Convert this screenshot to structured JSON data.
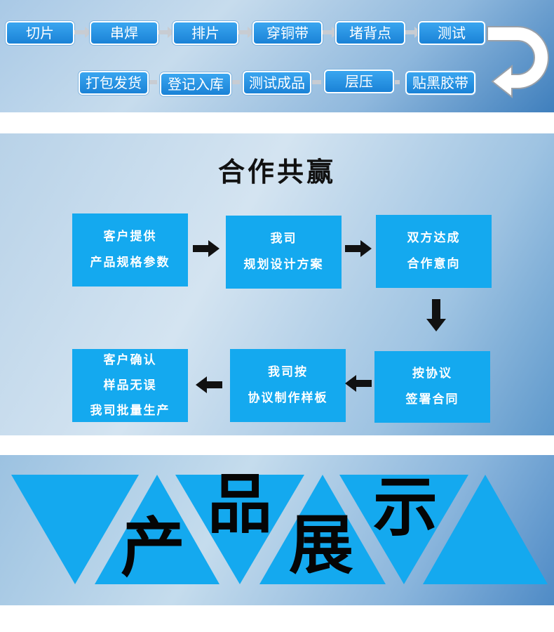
{
  "process": {
    "row1": [
      "切片",
      "串焊",
      "排片",
      "穿铜带",
      "堵背点",
      "测试"
    ],
    "row2": [
      "贴黑胶带",
      "层压",
      "测试成品",
      "登记入库",
      "打包发货"
    ]
  },
  "cooperation": {
    "title": "合作共赢",
    "steps": [
      {
        "line1": "客户提供",
        "line2": "产品规格参数"
      },
      {
        "line1": "我司",
        "line2": "规划设计方案"
      },
      {
        "line1": "双方达成",
        "line2": "合作意向"
      },
      {
        "line1": "按协议",
        "line2": "签署合同"
      },
      {
        "line1": "我司按",
        "line2": "协议制作样板"
      },
      {
        "line1": "客户确认",
        "line2": "样品无误",
        "line3": "我司批量生产"
      }
    ]
  },
  "showcase": {
    "chars": [
      "产",
      "品",
      "展",
      "示"
    ]
  },
  "colors": {
    "step_box": "#1a82d6",
    "coop_box": "#14a9ef",
    "triangle": "#14a9ef",
    "arrow": "#111111",
    "connector": "#c8ccd2"
  }
}
